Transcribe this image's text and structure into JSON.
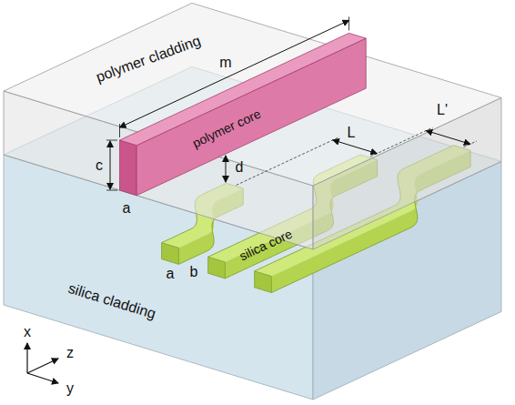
{
  "diagram": {
    "labels": [
      "polymer cladding",
      "m",
      "polymer core",
      "c",
      "a",
      "d",
      "L",
      "L'",
      "silica core",
      "b",
      "a",
      "silica cladding",
      "x",
      "z",
      "y"
    ]
  }
}
